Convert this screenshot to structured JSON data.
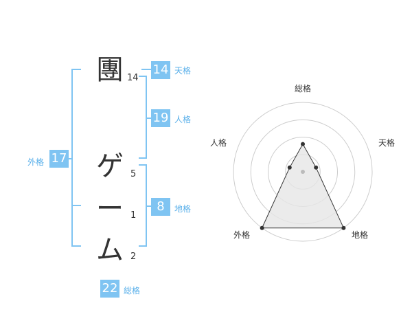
{
  "name": {
    "chars": [
      {
        "char": "團",
        "strokes": "14"
      },
      {
        "char": "ゲ",
        "strokes": "5"
      },
      {
        "char": "ー",
        "strokes": "1"
      },
      {
        "char": "ム",
        "strokes": "2"
      }
    ]
  },
  "fortunes": {
    "tenkaku": {
      "value": "14",
      "label": "天格"
    },
    "jinkaku": {
      "value": "19",
      "label": "人格"
    },
    "chikaku": {
      "value": "8",
      "label": "地格"
    },
    "gaikaku": {
      "value": "17",
      "label": "外格"
    },
    "soukaku": {
      "value": "22",
      "label": "総格"
    }
  },
  "radar": {
    "axes": [
      "総格",
      "天格",
      "地格",
      "外格",
      "人格"
    ],
    "values": [
      2,
      1,
      5,
      5,
      1
    ],
    "max": 5,
    "rings": 4,
    "colors": {
      "ring": "#cccccc",
      "fill": "#e6e6e6",
      "line": "#333333",
      "point": "#333333",
      "center": "#bbbbbb"
    }
  }
}
